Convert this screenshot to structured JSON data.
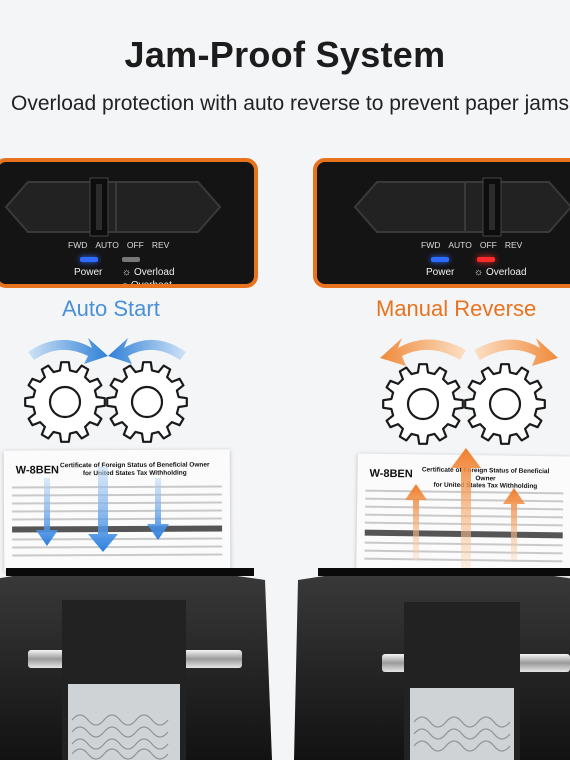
{
  "header": {
    "title": "Jam-Proof System",
    "subtitle": "Overload protection with auto reverse to prevent paper jams"
  },
  "panels": [
    {
      "switch_labels": [
        "FWD",
        "AUTO",
        "OFF",
        "REV"
      ],
      "power_label": "Power",
      "overload_label": "Overload",
      "overheat_label": "Overheat",
      "power_led_color": "#2f6bff",
      "overload_led_color": "#777777",
      "mode_title": "Auto Start",
      "mode_title_color": "#4a90d9"
    },
    {
      "switch_labels": [
        "FWD",
        "AUTO",
        "OFF",
        "REV"
      ],
      "power_label": "Power",
      "overload_label": "Overload",
      "mode_title": "Manual Reverse",
      "power_led_color": "#2f6bff",
      "overload_led_color": "#ff2a2a",
      "mode_title_color": "#e8731f"
    }
  ],
  "form": {
    "form_id": "W-8BEN",
    "title_line1": "Certificate of Foreign Status of Beneficial Owner",
    "title_line2": "for United States Tax Withholding"
  },
  "colors": {
    "accent_orange": "#e8731f",
    "accent_blue": "#4a90d9"
  }
}
